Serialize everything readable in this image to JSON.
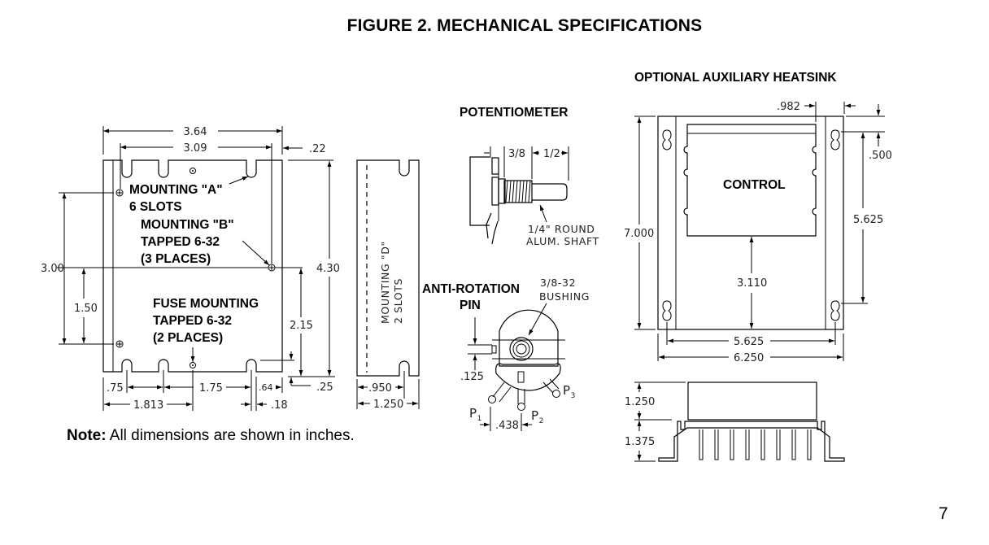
{
  "figure_title": "FIGURE 2. MECHANICAL SPECIFICATIONS",
  "page_number": "7",
  "note": {
    "label": "Note:",
    "text": " All dimensions are shown in inches."
  },
  "main_unit": {
    "dimensions": {
      "width_overall": "3.64",
      "width_slots": "3.09",
      "edge_offset": ".22",
      "height_overall": "4.30",
      "hole_spacing": "3.00",
      "fuse_hole_height": "1.50",
      "mount_b_height": "2.15",
      "slot_bottom": ".25",
      "slot_left": ".75",
      "slot_spacing": "1.75",
      "slot_right": ".64",
      "fuse_x": "1.813",
      "slot_width": ".18"
    },
    "labels": {
      "mounting_a_line1": "MOUNTING \"A\"",
      "mounting_a_line2": "6 SLOTS",
      "mounting_b_line1": "MOUNTING \"B\"",
      "mounting_b_line2": "TAPPED 6-32",
      "mounting_b_line3": "(3 PLACES)",
      "fuse_line1": "FUSE MOUNTING",
      "fuse_line2": "TAPPED 6-32",
      "fuse_line3": "(2 PLACES)"
    }
  },
  "side_view": {
    "label_line1": "MOUNTING \"D\"",
    "label_line2": "2 SLOTS",
    "dim_slot": ".950",
    "dim_width": "1.250"
  },
  "potentiometer": {
    "title": "POTENTIOMETER",
    "dim_bushing": "3/8",
    "dim_shaft": "1/2",
    "shaft_line1": "1/4\" ROUND",
    "shaft_line2": "ALUM. SHAFT",
    "anti_rotation_line1": "ANTI-ROTATION",
    "anti_rotation_line2": "PIN",
    "bushing_line1": "3/8-32",
    "bushing_line2": "BUSHING",
    "pin_dim": ".125",
    "pin_spacing": ".438",
    "pins": [
      "P1",
      "P2",
      "P3"
    ]
  },
  "heatsink": {
    "title": "OPTIONAL AUXILIARY HEATSINK",
    "control_label": "CONTROL",
    "dim_offset": ".982",
    "dim_top": ".500",
    "dim_height": "7.000",
    "dim_hole_vertical": "5.625",
    "dim_control_gap": "3.110",
    "dim_hole_horizontal": "5.625",
    "dim_width": "6.250",
    "dim_control_height": "1.250",
    "dim_fin_height": "1.375"
  }
}
